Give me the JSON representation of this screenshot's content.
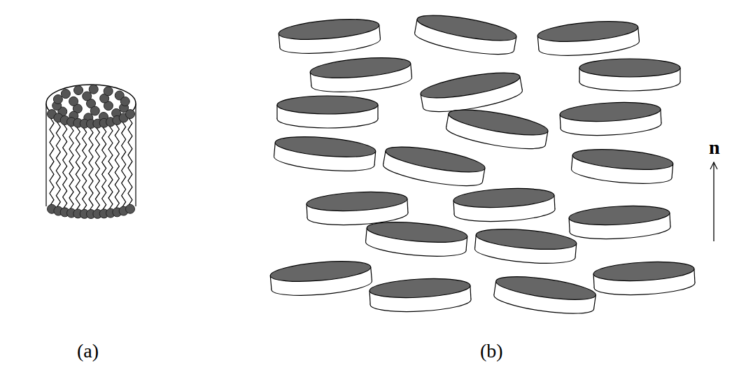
{
  "diagram": {
    "labels": [
      "(a)",
      "(b)",
      "n"
    ]
  }
}
